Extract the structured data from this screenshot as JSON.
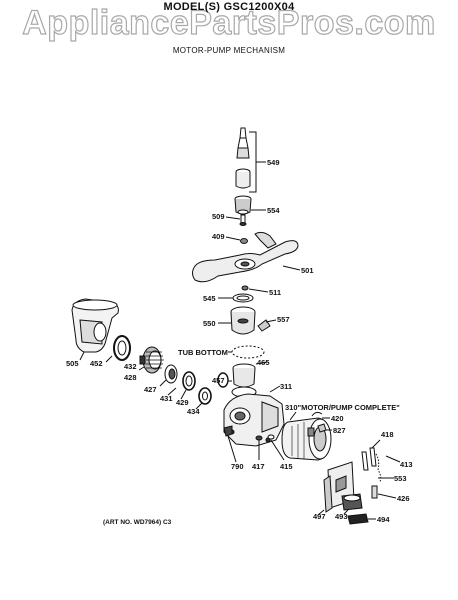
{
  "watermark": "AppliancePartsPros.com",
  "header": {
    "model": "MODEL(S) GSC1200X04",
    "section": "MOTOR-PUMP MECHANISM"
  },
  "callouts": {
    "p549": "549",
    "p554": "554",
    "p509": "509",
    "p409": "409",
    "p501": "501",
    "p511": "511",
    "p545": "545",
    "p550": "550",
    "p557": "557",
    "p505": "505",
    "p452": "452",
    "p432": "432",
    "p428": "428",
    "p427": "427",
    "p431": "431",
    "p429": "429",
    "p434": "434",
    "p457": "457",
    "p465": "465",
    "p311": "311",
    "p310": "310\"MOTOR/PUMP COMPLETE\"",
    "p420": "420",
    "p827": "827",
    "p418": "418",
    "p413": "413",
    "p553": "553",
    "p426": "426",
    "p497": "497",
    "p493": "493",
    "p494": "494",
    "p790": "790",
    "p417": "417",
    "p415": "415",
    "tub_bottom": "TUB BOTTOM"
  },
  "footer": {
    "art_number": "(ART NO. WD7964) C3"
  }
}
